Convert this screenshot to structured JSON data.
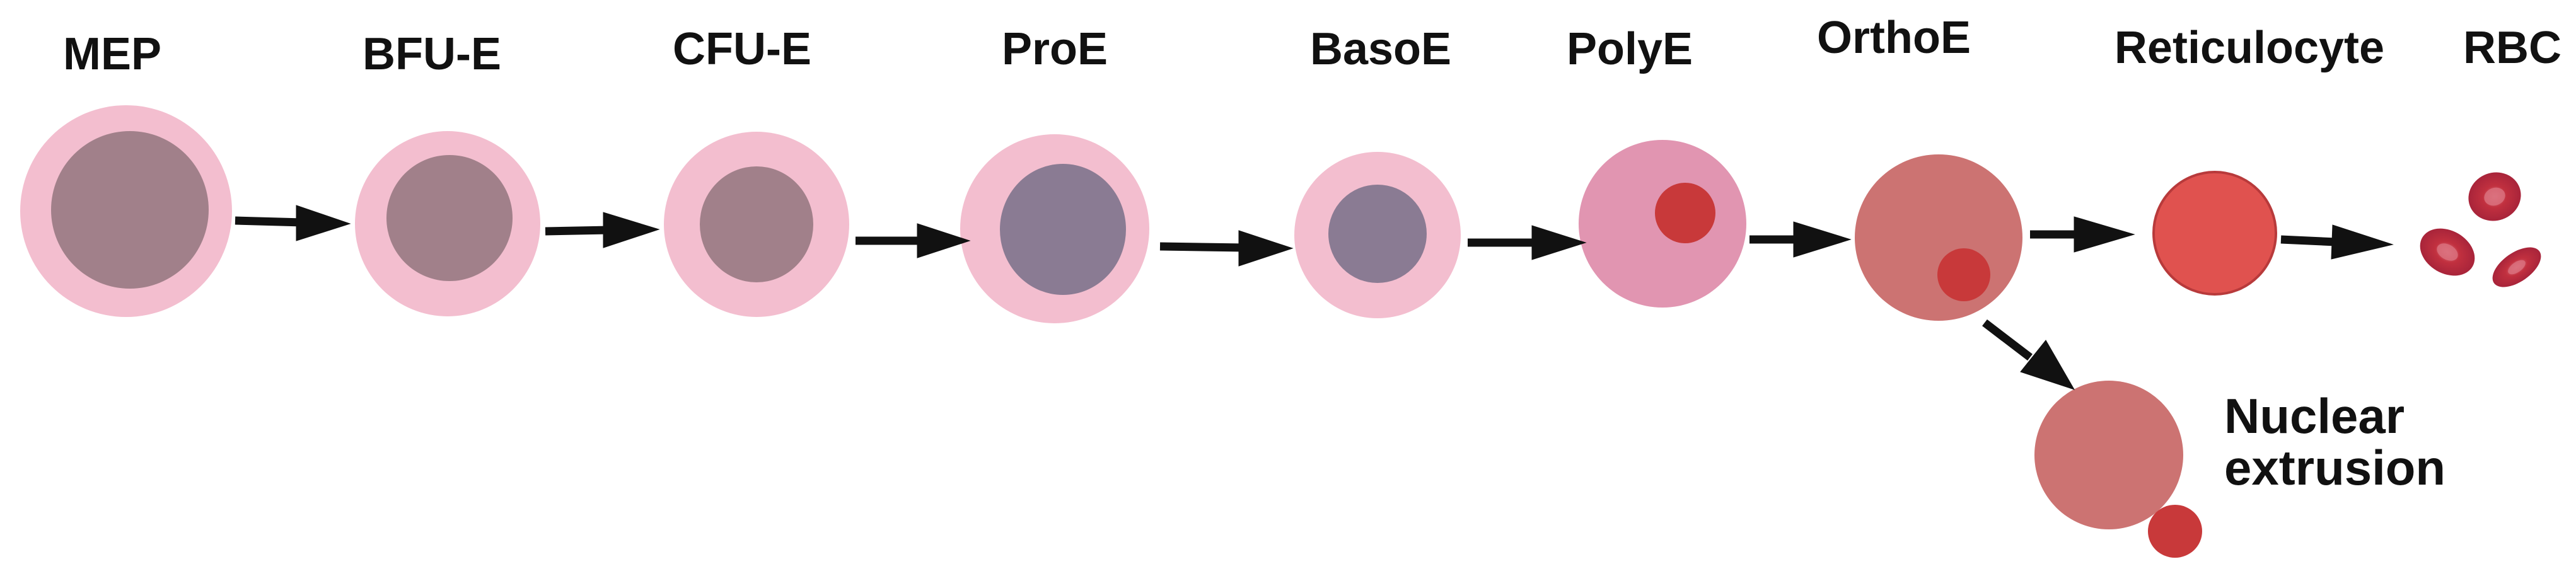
{
  "stages": [
    {
      "label": "MEP"
    },
    {
      "label": "BFU-E"
    },
    {
      "label": "CFU-E"
    },
    {
      "label": "ProE"
    },
    {
      "label": "BasoE"
    },
    {
      "label": "PolyE"
    },
    {
      "label": "OrthoE"
    },
    {
      "label": "Reticulocyte"
    },
    {
      "label": "RBC"
    }
  ],
  "branch": {
    "line1": "Nuclear",
    "line2": "extrusion"
  },
  "colors": {
    "pink_outer": "#F3BECF",
    "mauve_nucleus": "#A1808A",
    "violet_nucleus": "#8A7B93",
    "poly_cytoplasm": "#E195B1",
    "ortho_cytoplasm": "#CC7372",
    "nucleus_red": "#C8393A",
    "reticulocyte": "#E0524F",
    "rbc": "#C1303F",
    "arrow": "#111111"
  }
}
